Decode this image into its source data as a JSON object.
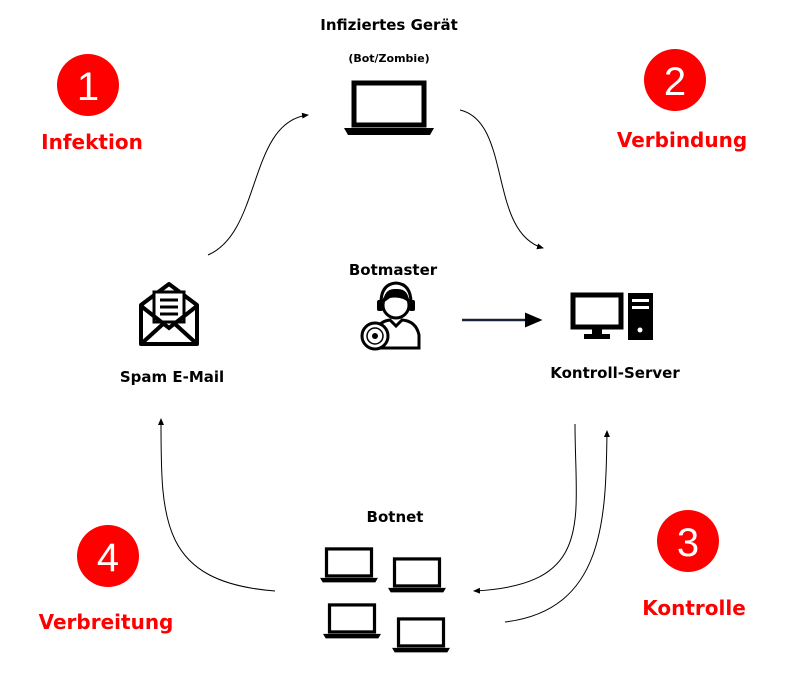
{
  "colors": {
    "accent": "#ff0000",
    "line": "#000000"
  },
  "infected_device": {
    "title": "Infiziertes Gerät",
    "subtitle": "(Bot/Zombie)",
    "icon": "laptop-icon"
  },
  "botmaster": {
    "label": "Botmaster",
    "icon": "user-headset-disc-icon"
  },
  "spam_email": {
    "label": "Spam E-Mail",
    "icon": "envelope-letter-icon"
  },
  "control_server": {
    "label": "Kontroll-Server",
    "icon": "desktop-computer-icon"
  },
  "botnet": {
    "label": "Botnet",
    "icon": "laptop-group-icon"
  },
  "steps": [
    {
      "number": "1",
      "label": "Infektion"
    },
    {
      "number": "2",
      "label": "Verbindung"
    },
    {
      "number": "3",
      "label": "Kontrolle"
    },
    {
      "number": "4",
      "label": "Verbreitung"
    }
  ]
}
